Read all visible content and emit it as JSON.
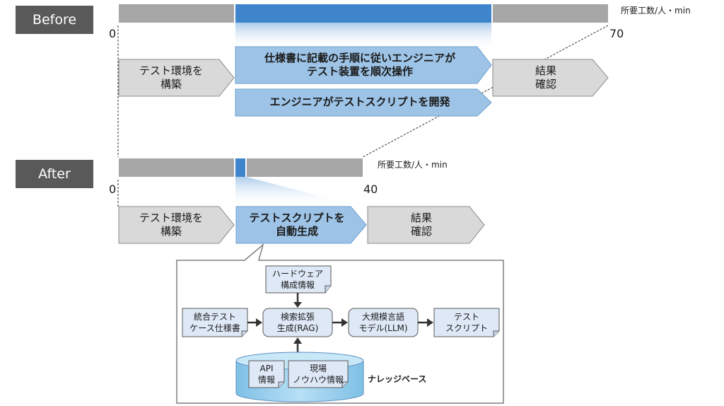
{
  "before": {
    "label": "Before",
    "unit": "所要工数/人・min",
    "tick_start": "0",
    "tick_end": "70",
    "step1": {
      "line1": "テスト環境を",
      "line2": "構築"
    },
    "step2": {
      "line1": "仕様書に記載の手順に従いエンジニアが",
      "line2": "テスト装置を順次操作"
    },
    "step2b": {
      "line1": "エンジニアがテストスクリプトを開発"
    },
    "step3": {
      "line1": "結果",
      "line2": "確認"
    }
  },
  "after": {
    "label": "After",
    "unit": "所要工数/人・min",
    "tick_start": "0",
    "tick_end": "40",
    "step1": {
      "line1": "テスト環境を",
      "line2": "構築"
    },
    "step2": {
      "line1": "テストスクリプトを",
      "line2": "自動生成"
    },
    "step3": {
      "line1": "結果",
      "line2": "確認"
    }
  },
  "detail": {
    "hardware_doc": {
      "line1": "ハードウェア",
      "line2": "構成情報"
    },
    "spec_doc": {
      "line1": "統合テスト",
      "line2": "ケース仕様書"
    },
    "rag_box": {
      "line1": "検索拡張",
      "line2": "生成(RAG)"
    },
    "llm_box": {
      "line1": "大規模言語",
      "line2": "モデル(LLM)"
    },
    "output_doc": {
      "line1": "テスト",
      "line2": "スクリプト"
    },
    "api_doc": {
      "line1": "API",
      "line2": "情報"
    },
    "knowhow_doc": {
      "line1": "現場",
      "line2": "ノウハウ情報"
    },
    "kb_label": "ナレッジベース"
  },
  "colors": {
    "bar_gray": "#a6a6a6",
    "bar_blue": "#3f85cc",
    "chevron_gray": "#d9d9d9",
    "chevron_blue": "#9dc3e6",
    "node_fill": "#dee8f6",
    "db_fill": "#9fd0ec"
  }
}
